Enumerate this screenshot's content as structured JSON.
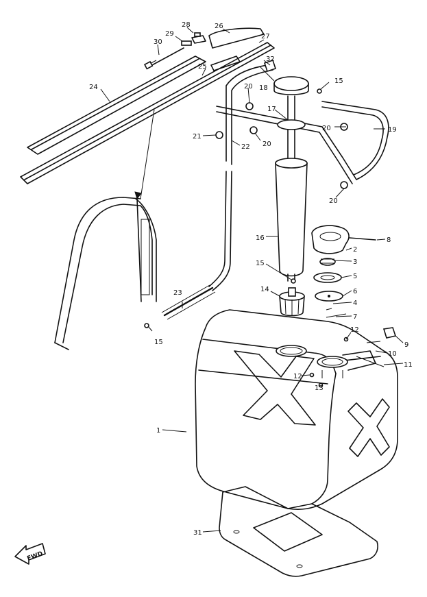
{
  "callouts": {
    "c1": "1",
    "c2": "2",
    "c3": "3",
    "c4": "4",
    "c5": "5",
    "c6": "6",
    "c7": "7",
    "c8": "8",
    "c9": "9",
    "c10": "10",
    "c11": "11",
    "c12a": "12",
    "c12b": "12",
    "c13": "13",
    "c14": "14",
    "c15a": "15",
    "c15b": "15",
    "c15c": "15",
    "c16": "16",
    "c17": "17",
    "c18": "18",
    "c19": "19",
    "c20a": "20",
    "c20b": "20",
    "c20c": "20",
    "c20d": "20",
    "c21": "21",
    "c22": "22",
    "c23": "23",
    "c24": "24",
    "c25": "25",
    "c26": "26",
    "c27": "27",
    "c28": "28",
    "c29": "29",
    "c30": "30",
    "c31": "31",
    "c32": "32"
  },
  "fwd_label": "FWD"
}
